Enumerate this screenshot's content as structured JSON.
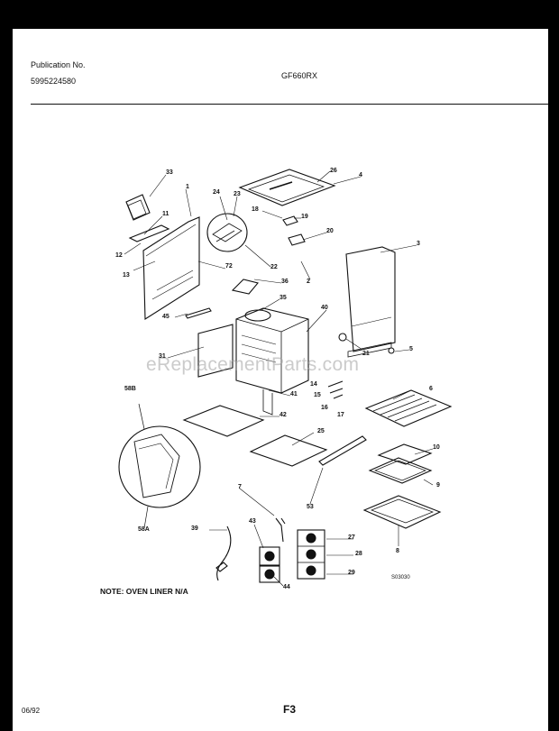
{
  "header": {
    "publication_label": "Publication No.",
    "publication_number": "5995224580",
    "model": "GF660RX"
  },
  "note": "NOTE: OVEN LINER N/A",
  "watermark": "eReplacementParts.com",
  "drawing_code": "S03030",
  "footer": {
    "date": "06/92",
    "page": "F3"
  },
  "part_labels": {
    "p33": "33",
    "p1": "1",
    "p11": "11",
    "p12": "12",
    "p13": "13",
    "p72": "72",
    "p24": "24",
    "p23": "23",
    "p22": "22",
    "p18": "18",
    "p19": "19",
    "p20": "20",
    "p2": "2",
    "p26": "26",
    "p4": "4",
    "p3": "3",
    "p36": "36",
    "p35": "35",
    "p45": "45",
    "p40": "40",
    "p31": "31",
    "p21": "21",
    "p5": "5",
    "p41": "41",
    "p14": "14",
    "p15": "15",
    "p16": "16",
    "p17": "17",
    "p6": "6",
    "p58b": "58B",
    "p42": "42",
    "p25": "25",
    "p10": "10",
    "p9": "9",
    "p53": "53",
    "p7": "7",
    "p58a": "58A",
    "p39": "39",
    "p43": "43",
    "p27": "27",
    "p28": "28",
    "p29": "29",
    "p44": "44",
    "p8": "8"
  }
}
